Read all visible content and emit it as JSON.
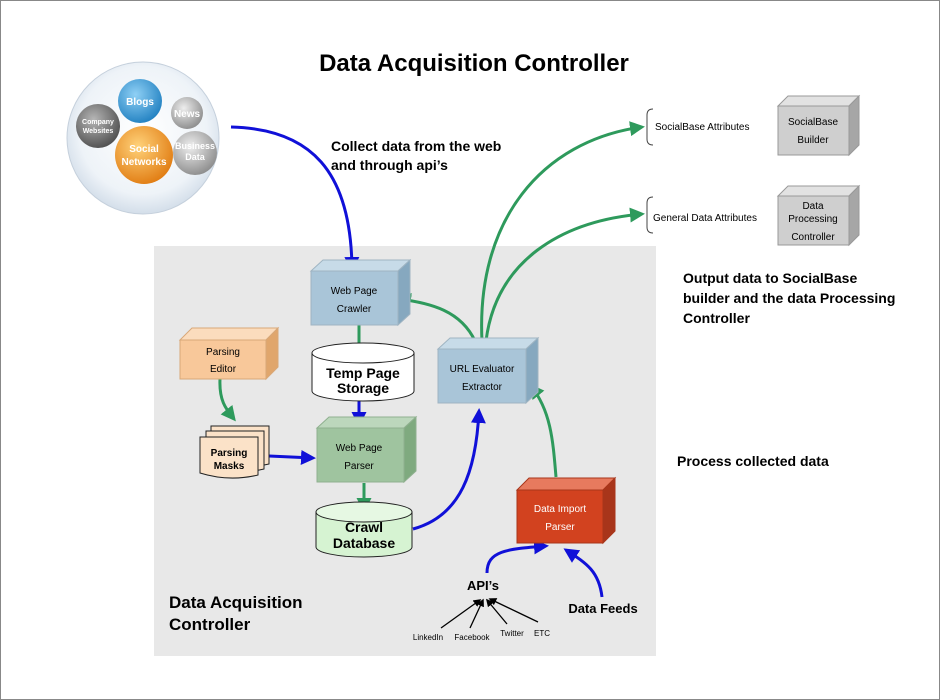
{
  "title": "Data Acquisition Controller",
  "sources": {
    "blogs": "Blogs",
    "news": "News",
    "company_websites": [
      "Company",
      "Websites"
    ],
    "social_networks": [
      "Social",
      "Networks"
    ],
    "business_data": [
      "Business",
      "Data"
    ]
  },
  "annotations": {
    "collect": [
      "Collect data from the web",
      "and through api’s"
    ],
    "output": [
      "Output data to SocialBase",
      "builder and the data Processing",
      "Controller"
    ],
    "process": "Process collected data"
  },
  "panel_label": [
    "Data Acquisition",
    "Controller"
  ],
  "nodes": {
    "crawler": [
      "Web Page",
      "Crawler"
    ],
    "temp_storage": [
      "Temp Page",
      "Storage"
    ],
    "parser": [
      "Web Page",
      "Parser"
    ],
    "crawl_db": [
      "Crawl",
      "Database"
    ],
    "parsing_editor": [
      "Parsing",
      "Editor"
    ],
    "parsing_masks": [
      "Parsing",
      "Masks"
    ],
    "url_evaluator": [
      "URL Evaluator",
      "Extractor"
    ],
    "data_import": [
      "Data Import",
      "Parser"
    ],
    "socialbase_builder": [
      "SocialBase",
      "Builder"
    ],
    "data_processing": [
      "Data",
      "Processing",
      "Controller"
    ]
  },
  "outputs": {
    "socialbase_attributes": "SocialBase Attributes",
    "general_attributes": "General Data Attributes"
  },
  "apis": {
    "label": "API’s",
    "items": [
      "LinkedIn",
      "Facebook",
      "Twitter",
      "ETC"
    ]
  },
  "data_feeds": "Data Feeds",
  "colors": {
    "blue_arrow": "#1010d8",
    "green_arrow": "#2e9a5c",
    "panel": "#e8e8e8",
    "crawler_box": "#a9c5d8",
    "parser_box": "#9fc49f",
    "editor_box": "#f8c89a",
    "import_box": "#d2421f",
    "gray_box": "#cfcfcf",
    "db": "#d6f3d2"
  }
}
